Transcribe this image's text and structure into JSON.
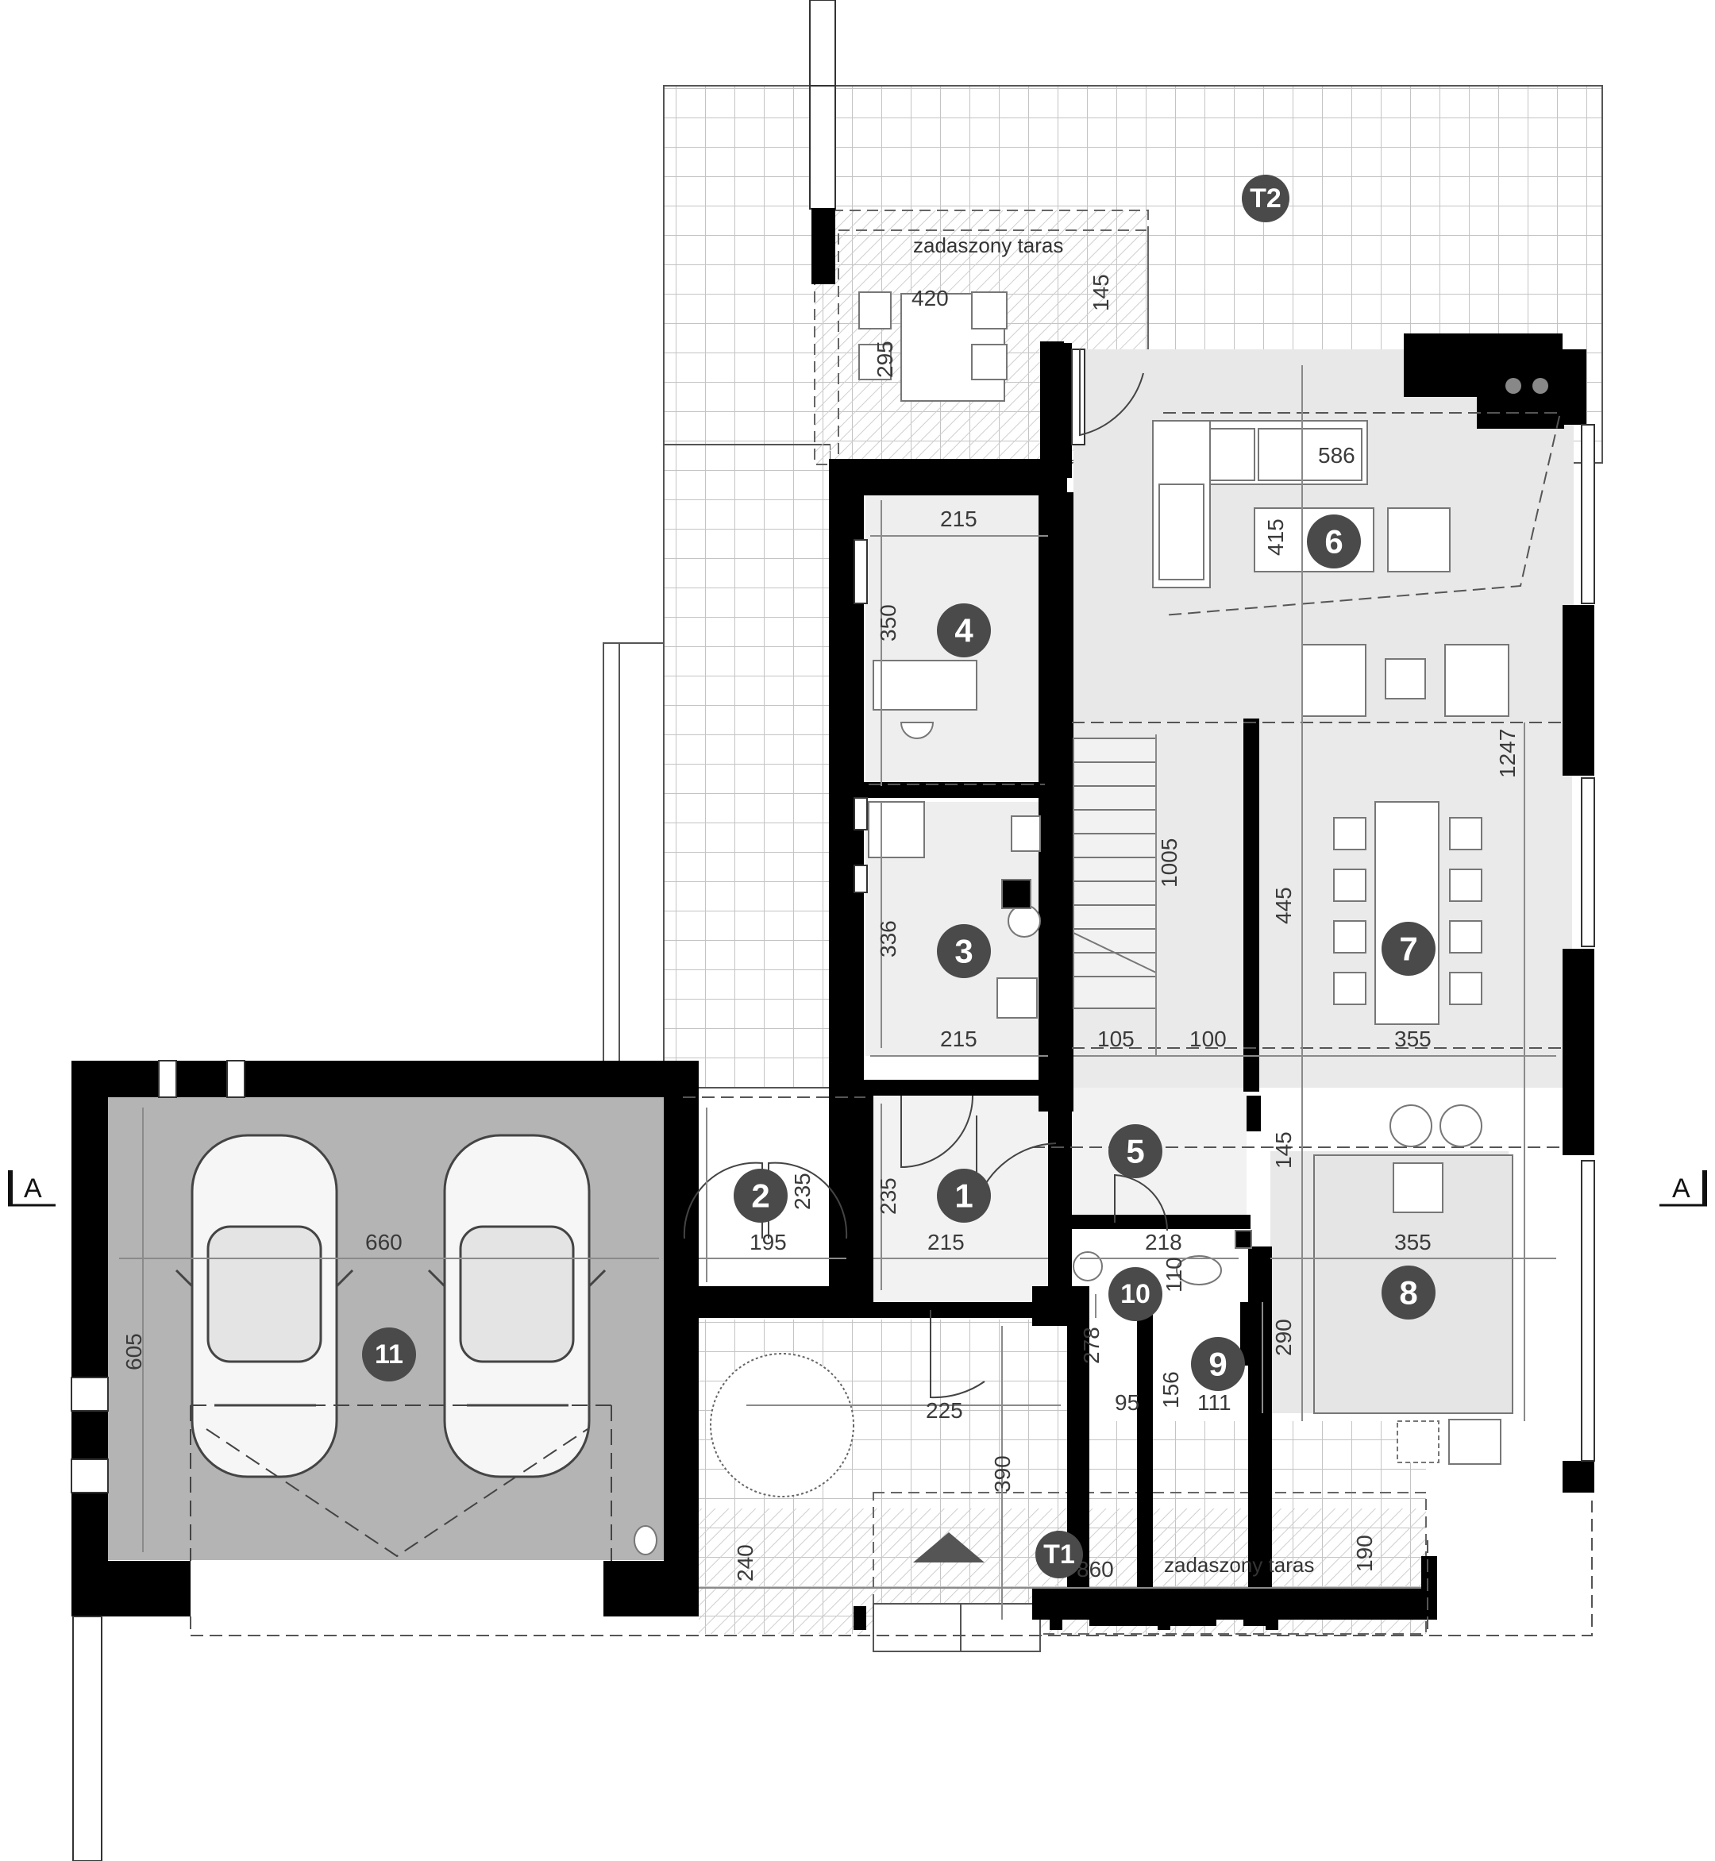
{
  "colors": {
    "wall": "#000000",
    "floor_light": "#e9e9e9",
    "garage": "#b5b5b5",
    "terrace_grid": "#c8c8c8",
    "badge": "#4a4a4a",
    "dim_line": "#8a8a8a"
  },
  "section_marks": {
    "left": "A",
    "right": "A"
  },
  "rooms": [
    {
      "id": "1",
      "label": "1"
    },
    {
      "id": "2",
      "label": "2"
    },
    {
      "id": "3",
      "label": "3"
    },
    {
      "id": "4",
      "label": "4"
    },
    {
      "id": "5",
      "label": "5"
    },
    {
      "id": "6",
      "label": "6"
    },
    {
      "id": "7",
      "label": "7"
    },
    {
      "id": "8",
      "label": "8"
    },
    {
      "id": "9",
      "label": "9"
    },
    {
      "id": "10",
      "label": "10"
    },
    {
      "id": "11",
      "label": "11"
    },
    {
      "id": "T1",
      "label": "T1"
    },
    {
      "id": "T2",
      "label": "T2"
    }
  ],
  "texts": {
    "covered_terrace_top": "zadaszony taras",
    "covered_terrace_bottom": "zadaszony taras"
  },
  "dimensions": {
    "table_top_w": "420",
    "table_top_h": "295",
    "roof_top": "145",
    "sofa_w": "586",
    "living_h": "415",
    "room4_w": "215",
    "room4_h": "350",
    "room3_h": "336",
    "room3_w": "215",
    "stair_run": "1005",
    "stair_w": "105",
    "corridor_w": "100",
    "dining_h": "445",
    "dining_w": "355",
    "total_h": "1247",
    "kitchen_top": "145",
    "hall_w": "215",
    "hall_h": "235",
    "vest_h": "235",
    "vest_w": "195",
    "garage_w": "660",
    "garage_h": "605",
    "wc_w": "218",
    "wc_h": "110",
    "kitchen_w": "355",
    "kitchen_h": "290",
    "bath_h": "278",
    "bath_w": "95",
    "r9_h": "156",
    "r9_w": "111",
    "entry_w": "225",
    "entry_h": "390",
    "t1_w": "860",
    "t1_left": "240",
    "t1_right": "190"
  }
}
